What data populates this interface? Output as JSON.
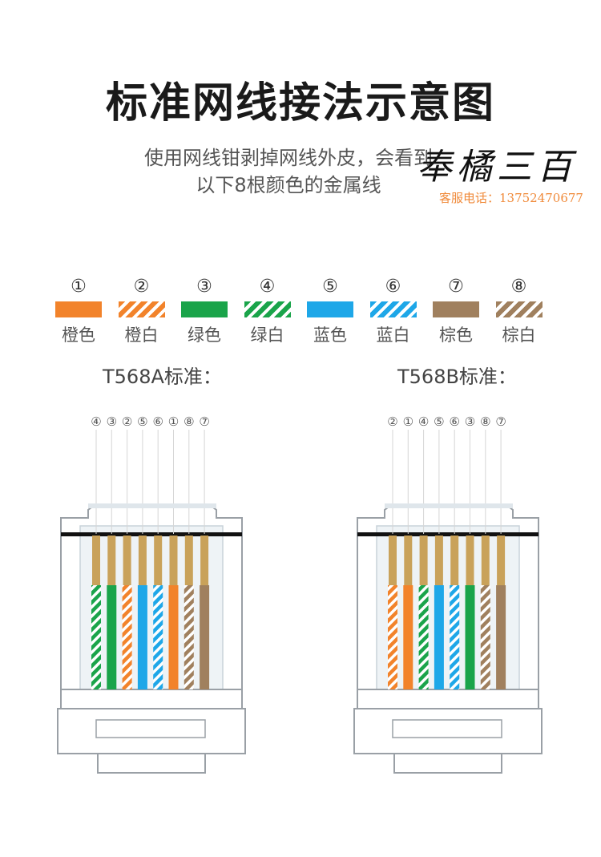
{
  "title": "标准网线接法示意图",
  "subtitle_line1": "使用网线钳剥掉网线外皮，会看到",
  "subtitle_line2": "以下8根颜色的金属线",
  "brand": "奉橘三百",
  "contact": "客服电话：13752470677",
  "legend": [
    {
      "num": "①",
      "label": "橙色",
      "color": "#f2832b",
      "striped": false
    },
    {
      "num": "②",
      "label": "橙白",
      "color": "#f2832b",
      "striped": true
    },
    {
      "num": "③",
      "label": "绿色",
      "color": "#1aa44a",
      "striped": false
    },
    {
      "num": "④",
      "label": "绿白",
      "color": "#1aa44a",
      "striped": true
    },
    {
      "num": "⑤",
      "label": "蓝色",
      "color": "#1ea7e8",
      "striped": false
    },
    {
      "num": "⑥",
      "label": "蓝白",
      "color": "#1ea7e8",
      "striped": true
    },
    {
      "num": "⑦",
      "label": "棕色",
      "color": "#a0805e",
      "striped": false
    },
    {
      "num": "⑧",
      "label": "棕白",
      "color": "#a0805e",
      "striped": true
    }
  ],
  "standards": [
    {
      "label": "T568A标准：",
      "order": [
        4,
        3,
        2,
        5,
        6,
        1,
        8,
        7
      ]
    },
    {
      "label": "T568B标准：",
      "order": [
        2,
        1,
        4,
        5,
        6,
        3,
        8,
        7
      ]
    }
  ],
  "num_glyphs": [
    "①",
    "②",
    "③",
    "④",
    "⑤",
    "⑥",
    "⑦",
    "⑧"
  ],
  "colors": {
    "contact_gold": "#c9a25a",
    "plug_line": "#9aa0a6",
    "plug_fill": "#eef3f6"
  }
}
